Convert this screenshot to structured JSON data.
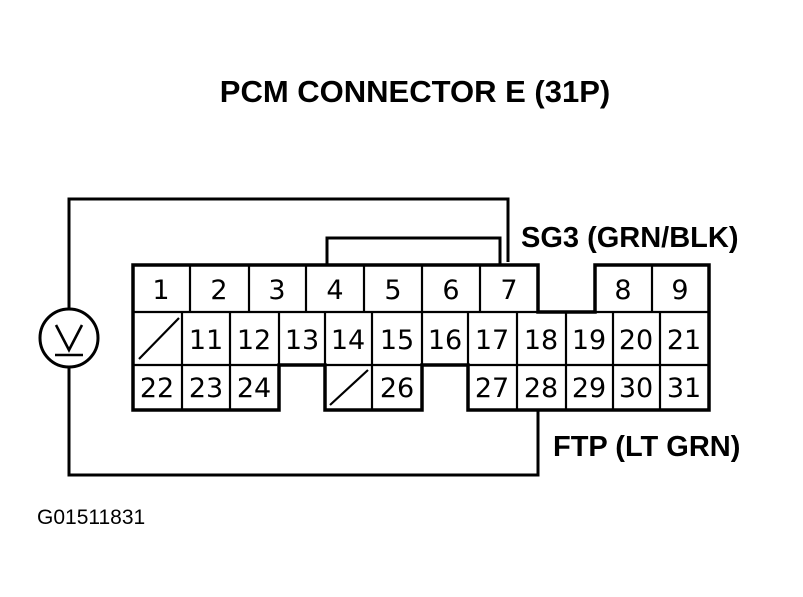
{
  "title": "PCM CONNECTOR E (31P)",
  "labels": {
    "sg3": "SG3 (GRN/BLK)",
    "ftp": "FTP (LT GRN)",
    "figure_code": "G01511831"
  },
  "meter": {
    "icon": "voltmeter-icon",
    "symbol": "V"
  },
  "pins": {
    "p1": "1",
    "p2": "2",
    "p3": "3",
    "p4": "4",
    "p5": "5",
    "p6": "6",
    "p7": "7",
    "p8": "8",
    "p9": "9",
    "p11": "11",
    "p12": "12",
    "p13": "13",
    "p14": "14",
    "p15": "15",
    "p16": "16",
    "p17": "17",
    "p18": "18",
    "p19": "19",
    "p20": "20",
    "p21": "21",
    "p22": "22",
    "p23": "23",
    "p24": "24",
    "p26": "26",
    "p27": "27",
    "p28": "28",
    "p29": "29",
    "p30": "30",
    "p31": "31"
  }
}
